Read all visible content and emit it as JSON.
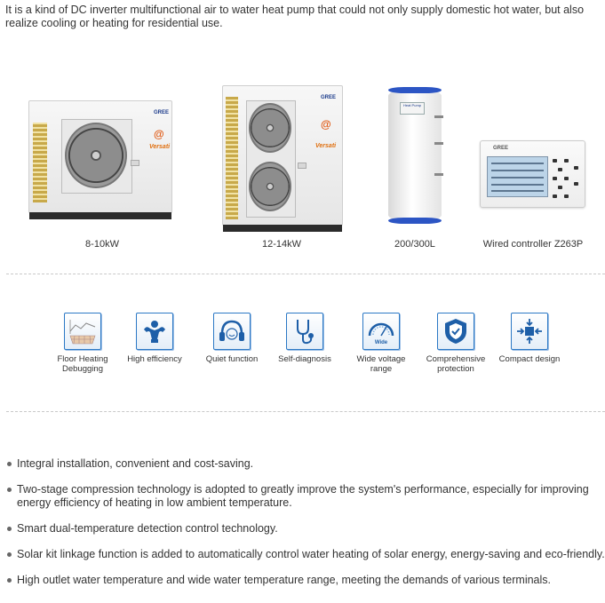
{
  "intro": "It is a kind of DC inverter multifunctional air to water heat pump that could not only supply domestic hot water, but also realize cooling or heating for residential use.",
  "products": [
    {
      "label": "8-10kW"
    },
    {
      "label": "12-14kW"
    },
    {
      "label": "200/300L"
    },
    {
      "label": "Wired controller Z263P"
    }
  ],
  "product_print": {
    "brand": "GREE",
    "badge": "Versati"
  },
  "features": [
    {
      "label": "Floor Heating Debugging",
      "icon": "floor-heating-icon"
    },
    {
      "label": "High efficiency",
      "icon": "strongman-icon"
    },
    {
      "label": "Quiet function",
      "icon": "headphones-icon"
    },
    {
      "label": "Self-diagnosis",
      "icon": "stethoscope-icon"
    },
    {
      "label": "Wide voltage range",
      "icon": "gauge-icon",
      "icon_text": "Wide"
    },
    {
      "label": "Comprehensive protection",
      "icon": "shield-icon"
    },
    {
      "label": "Compact design",
      "icon": "compress-arrows-icon"
    }
  ],
  "bullets": [
    "Integral installation, convenient and cost-saving.",
    "Two-stage compression technology is adopted to greatly improve the system's performance, especially for improving energy efficiency of heating in low ambient temperature.",
    "Smart dual-temperature detection control technology.",
    "Solar kit linkage function is added to automatically control water heating of solar energy, energy-saving and eco-friendly.",
    "High outlet water temperature and wide water temperature range, meeting the demands of various terminals."
  ],
  "colors": {
    "accent_blue": "#2b78c5",
    "text": "#333333",
    "tank_cap": "#2c55c4"
  }
}
